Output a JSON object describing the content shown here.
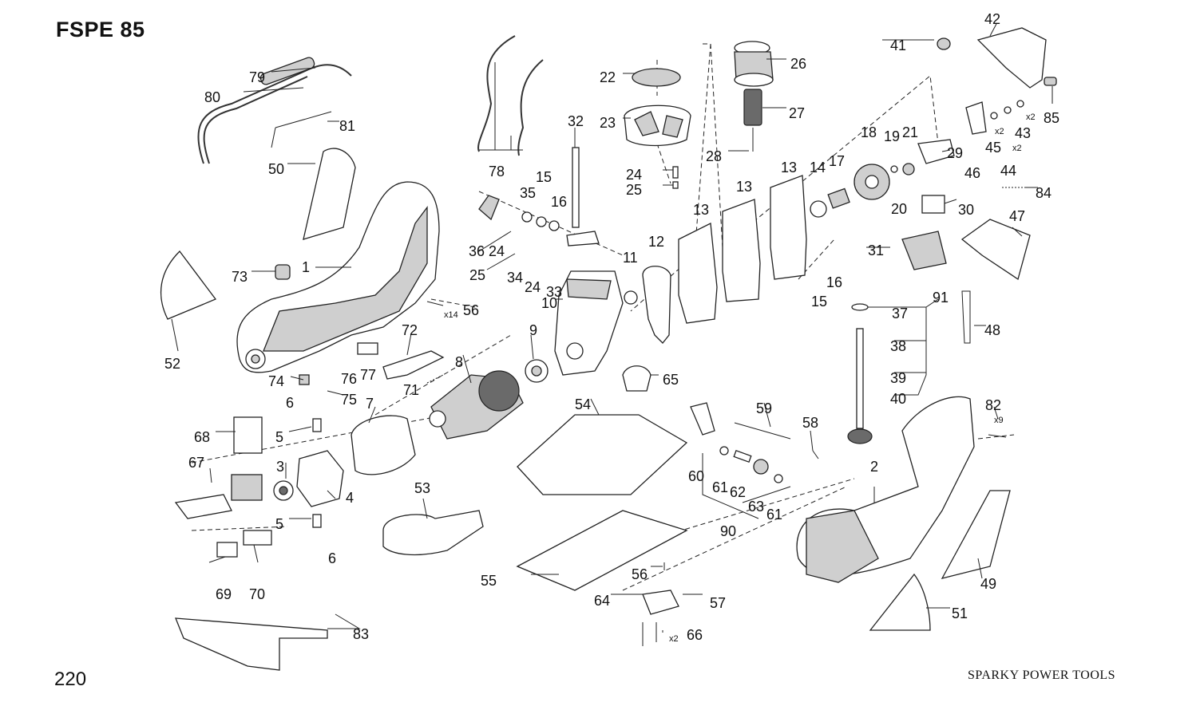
{
  "header": {
    "model": "FSPE 85"
  },
  "footer": {
    "page_number": "220",
    "brand": "SPARKY POWER TOOLS"
  },
  "callouts": [
    "1",
    "2",
    "3",
    "4",
    "5",
    "5",
    "6",
    "6",
    "7",
    "8",
    "9",
    "10",
    "11",
    "12",
    "13",
    "13",
    "13",
    "14",
    "15",
    "15",
    "16",
    "16",
    "17",
    "18",
    "19",
    "20",
    "21",
    "22",
    "23",
    "24",
    "24",
    "24",
    "25",
    "25",
    "26",
    "27",
    "28",
    "29",
    "30",
    "31",
    "32",
    "33",
    "34",
    "35",
    "36",
    "37",
    "38",
    "39",
    "40",
    "41",
    "42",
    "43",
    "44",
    "45",
    "46",
    "47",
    "48",
    "49",
    "50",
    "51",
    "52",
    "53",
    "54",
    "55",
    "56",
    "56",
    "57",
    "58",
    "59",
    "60",
    "61",
    "61",
    "62",
    "63",
    "64",
    "65",
    "66",
    "67",
    "68",
    "69",
    "70",
    "71",
    "72",
    "73",
    "74",
    "75",
    "76",
    "77",
    "78",
    "79",
    "80",
    "81",
    "82",
    "83",
    "84",
    "85",
    "90",
    "91"
  ],
  "quantities": [
    "x14",
    "x9",
    "x2",
    "x2",
    "x2",
    "x2"
  ],
  "icons": [
    "part-drawing"
  ]
}
